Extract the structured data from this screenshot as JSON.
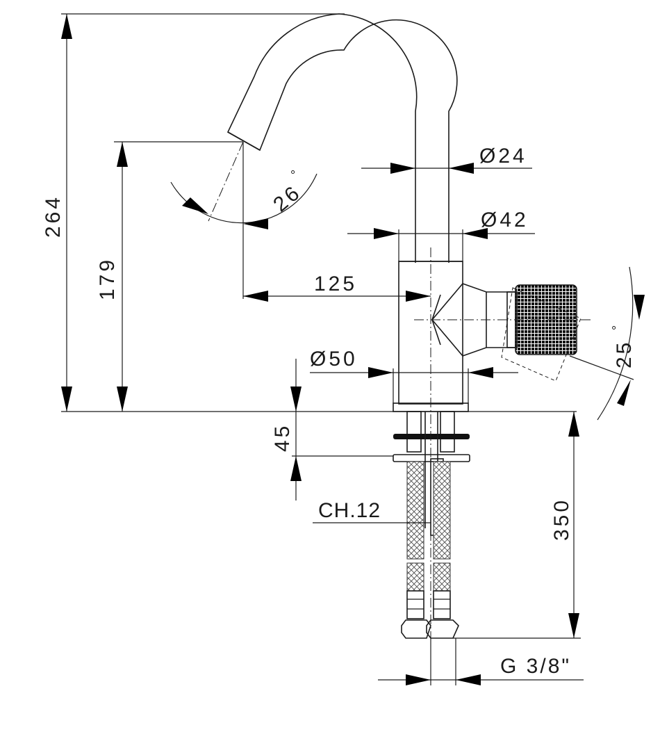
{
  "dimensions": {
    "total_height": "264",
    "spout_height": "179",
    "spout_angle": "26",
    "spout_tube_diameter": "Ø24",
    "body_diameter": "Ø42",
    "spout_reach": "125",
    "base_diameter": "Ø50",
    "handle_angle": "25",
    "deck_thickness": "45",
    "hose_length": "350",
    "wrench_size": "CH.12",
    "connection_thread": "G 3/8\""
  },
  "degree_symbol": "°",
  "icons": {
    "arrowheads": "filled-triangle-arrow-icon",
    "degree": "degree-symbol-icon"
  },
  "colors": {
    "line": "#1a1a1a",
    "arrow": "#000000",
    "hose_fill": "#9a9a9a",
    "knurl": "#111111"
  }
}
